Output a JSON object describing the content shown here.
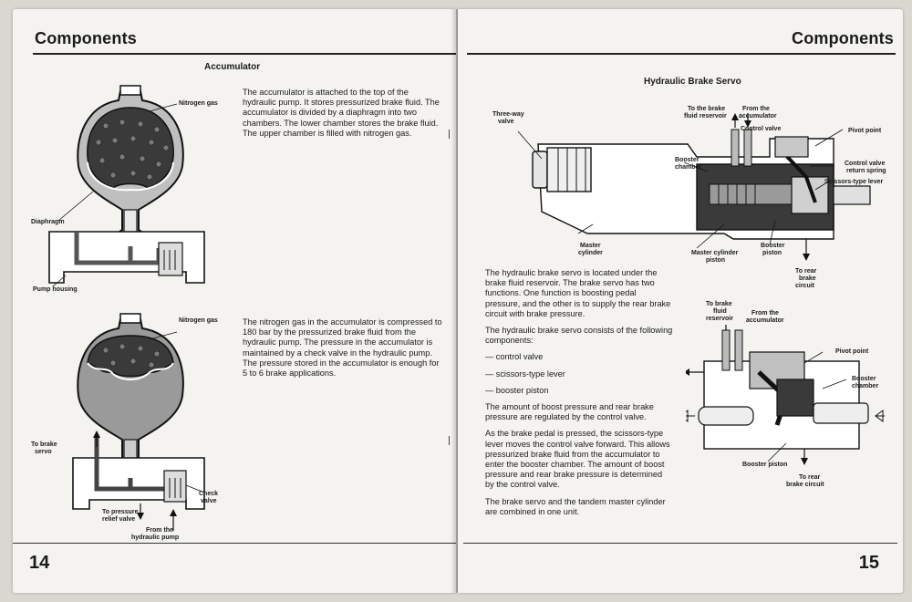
{
  "left_page": {
    "heading": "Components",
    "page_number": "14",
    "accumulator": {
      "title": "Accumulator",
      "paragraph": "The accumulator is attached to the top of the hydraulic pump. It stores pressurized brake fluid. The accumulator is divided by a diaphragm into two chambers. The lower chamber stores the brake fluid. The upper chamber is filled with nitrogen gas.",
      "labels": {
        "nitrogen_gas": "Nitrogen gas",
        "diaphragm": "Diaphragm",
        "pump_housing": "Pump housing"
      }
    },
    "pressure": {
      "paragraph": "The nitrogen gas in the accumulator is compressed to 180 bar by the pressurized brake fluid from the hydraulic pump. The pressure in the accumulator is maintained by a check valve in the hydraulic pump. The pressure stored in the accumulator is enough for 5 to 6 brake applications.",
      "labels": {
        "nitrogen_gas": "Nitrogen gas",
        "to_brake_servo_1": "To brake",
        "to_brake_servo_2": "servo",
        "check_valve_1": "Check",
        "check_valve_2": "valve",
        "relief_1": "To pressure",
        "relief_2": "relief valve",
        "from_pump_1": "From the",
        "from_pump_2": "hydraulic pump"
      }
    }
  },
  "right_page": {
    "heading": "Components",
    "page_number": "15",
    "servo": {
      "title": "Hydraulic Brake Servo",
      "top_labels": {
        "three_way_1": "Three-way",
        "three_way_2": "valve",
        "to_reservoir_1": "To the brake",
        "to_reservoir_2": "fluid reservoir",
        "from_acc_1": "From the",
        "from_acc_2": "accumulator",
        "control_valve": "Control valve",
        "pivot_point": "Pivot point",
        "booster_chamber_1": "Booster",
        "booster_chamber_2": "chamber",
        "return_spring_1": "Control valve",
        "return_spring_2": "return spring",
        "scissors": "Scissors-type lever",
        "master_cyl_1": "Master",
        "master_cyl_2": "cylinder",
        "master_piston_1": "Master cylinder",
        "master_piston_2": "piston",
        "booster_piston_1": "Booster",
        "booster_piston_2": "piston",
        "rear_circuit_1": "To rear",
        "rear_circuit_2": "brake",
        "rear_circuit_3": "circuit"
      },
      "bottom_labels": {
        "to_reservoir_1": "To brake",
        "to_reservoir_2": "fluid",
        "to_reservoir_3": "reservoir",
        "from_acc_1": "From the",
        "from_acc_2": "accumulator",
        "pivot_point": "Pivot point",
        "booster_chamber_1": "Booster",
        "booster_chamber_2": "chamber",
        "booster_piston": "Booster piston",
        "rear_circuit_1": "To rear",
        "rear_circuit_2": "brake circuit"
      },
      "paragraphs": [
        "The hydraulic brake servo is located under the brake fluid reservoir. The brake servo has two functions. One function is boosting pedal pressure, and the other is to supply the rear brake circuit with brake pressure.",
        "The hydraulic brake servo consists of the following components:",
        "— control valve",
        "— scissors-type lever",
        "— booster piston",
        "The amount of boost pressure and rear brake pressure are regulated by the control valve.",
        "As the brake pedal is pressed, the scissors-type lever moves the control valve forward. This allows pressurized brake fluid from the accumulator to enter the booster chamber. The amount of boost pressure and rear brake pressure is determined by the control valve.",
        "The brake servo and the tandem master cylinder are combined in one unit."
      ]
    }
  }
}
